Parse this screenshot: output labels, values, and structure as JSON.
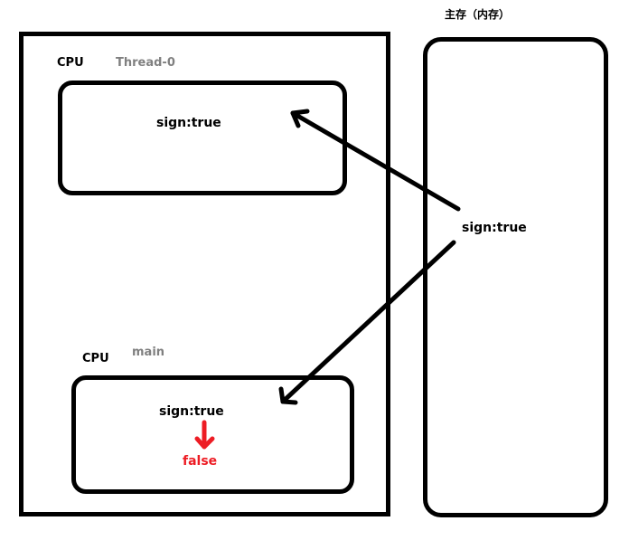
{
  "diagram": {
    "main_memory": {
      "title": "主存（内存）",
      "variable": "sign:true"
    },
    "cpus": [
      {
        "cpu_label": "CPU",
        "thread_label": "Thread-0",
        "cache_value": "sign:true"
      },
      {
        "cpu_label": "CPU",
        "thread_label": "main",
        "cache_value": "sign:true",
        "changed_value": "false"
      }
    ],
    "arrows": [
      {
        "from": "main_memory",
        "to": "Thread-0 cache",
        "meaning": "read copy"
      },
      {
        "from": "main_memory",
        "to": "main cache",
        "meaning": "read copy"
      },
      {
        "from": "sign:true",
        "to": "false",
        "meaning": "modified",
        "color": "#ed1c24"
      }
    ],
    "colors": {
      "stroke": "#000000",
      "thread_label": "#808080",
      "modified": "#ed1c24"
    }
  }
}
